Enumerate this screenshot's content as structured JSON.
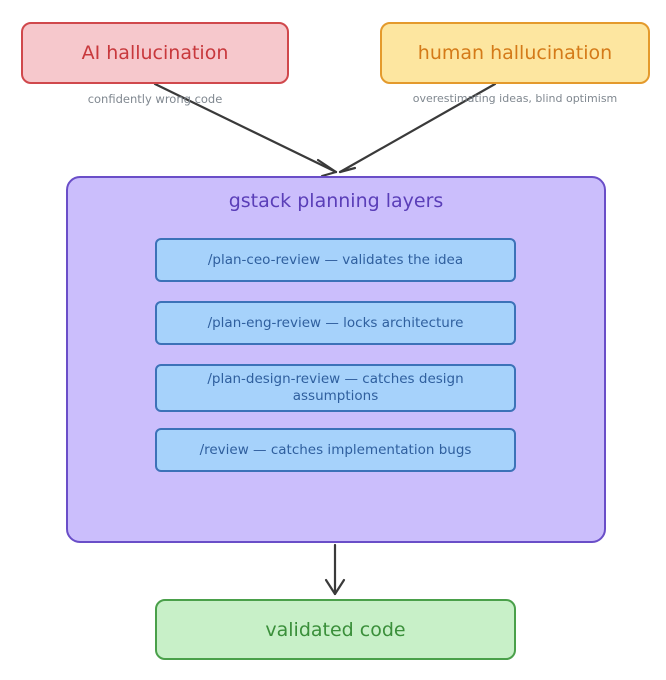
{
  "sources": {
    "ai": {
      "label": "AI hallucination",
      "caption": "confidently wrong code"
    },
    "human": {
      "label": "human hallucination",
      "caption": "overestimating ideas, blind optimism"
    }
  },
  "planning": {
    "title": "gstack planning layers",
    "layers": [
      "/plan-ceo-review — validates the idea",
      "/plan-eng-review — locks architecture",
      "/plan-design-review — catches design assumptions",
      "/review — catches implementation bugs"
    ]
  },
  "output": {
    "label": "validated code"
  },
  "colors": {
    "ai_fill": "#f6c8cc",
    "ai_stroke": "#d0484c",
    "human_fill": "#fde6a0",
    "human_stroke": "#e49a2c",
    "planning_fill": "#cbbefc",
    "planning_stroke": "#6a4ec8",
    "layer_fill": "#a6d2fb",
    "layer_stroke": "#3c72b8",
    "output_fill": "#c8f0c8",
    "output_stroke": "#4aa04a",
    "arrow": "#3a3a3a"
  }
}
